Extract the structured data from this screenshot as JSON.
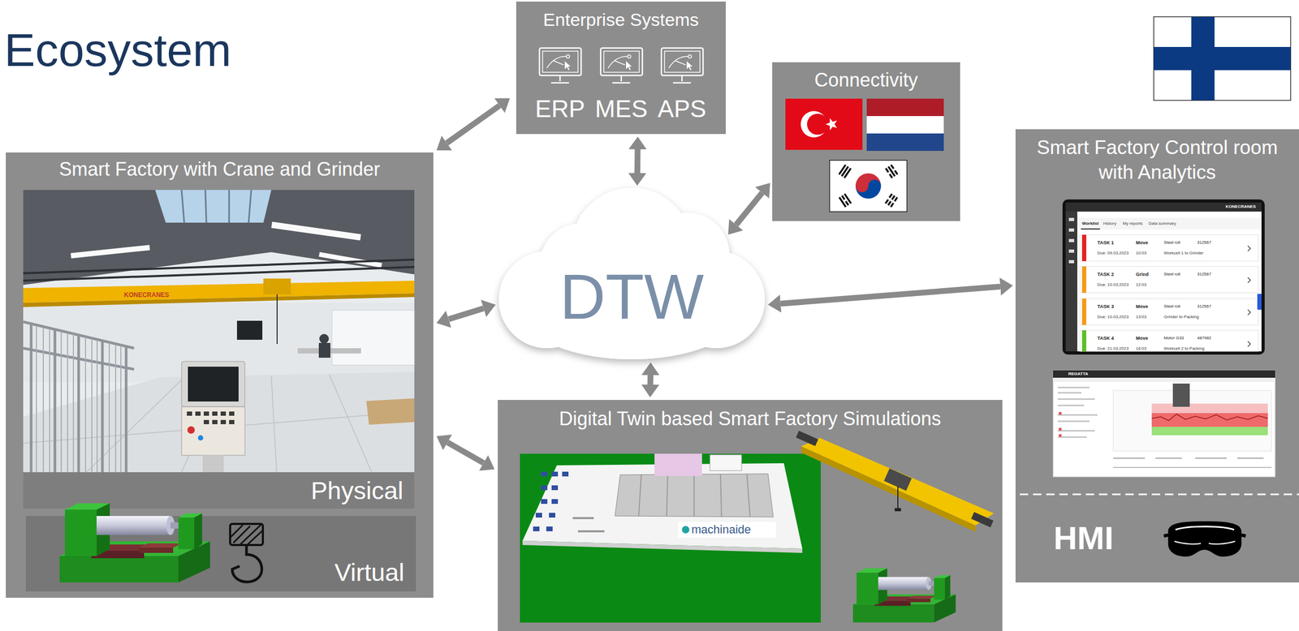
{
  "diagram": {
    "title": "Ecosystem",
    "nodes": [
      {
        "text": [
          "Enterprise Systems"
        ]
      },
      {
        "text": [
          "Connectivity"
        ]
      },
      {
        "text": [
          "Smart Factory with Crane and Grinder"
        ]
      },
      {
        "text": [
          "Physical"
        ],
        "in": 2
      },
      {
        "text": [
          "Virtual"
        ],
        "in": 2
      },
      {
        "text": [
          "DTW"
        ]
      },
      {
        "text": [
          "Smart Factory Control room with Analytics"
        ]
      },
      {
        "text": [
          "Digital Twin based Smart Factory Simulations"
        ]
      }
    ],
    "edges": [
      {
        "from": 2,
        "to": 0,
        "arrow": "both"
      },
      {
        "from": 0,
        "to": 5,
        "arrow": "both"
      },
      {
        "from": 1,
        "to": 5,
        "arrow": "both"
      },
      {
        "from": 2,
        "to": 5,
        "arrow": "both"
      },
      {
        "from": 5,
        "to": 6,
        "arrow": "both"
      },
      {
        "from": 5,
        "to": 7,
        "arrow": "both"
      },
      {
        "from": 2,
        "to": 7,
        "arrow": "both"
      }
    ],
    "labels": [
      "ERP",
      "MES",
      "APS",
      "KONECRANES",
      "KONECRANES",
      "Worklist",
      "History",
      "My reports",
      "Data summary",
      "TASK 1",
      "Move",
      "Steel roll",
      "312567",
      "Due: 09.03.2023",
      "10:03",
      "Workcell 1 to Grinder",
      "TASK 2",
      "Grind",
      "Steel roll",
      "312567",
      "Due: 10.03.2023",
      "12:03",
      "TASK 3",
      "Move",
      "Steel roll",
      "312567",
      "Due: 10.03.2023",
      "13:03",
      "Grinder to Packing",
      "TASK 4",
      "Move",
      "Motor G33",
      "487982",
      "Due: 21.03.2023",
      "16:03",
      "Workcell 2 to Packing",
      "REGATTA",
      "HMI",
      "machinaide"
    ]
  }
}
